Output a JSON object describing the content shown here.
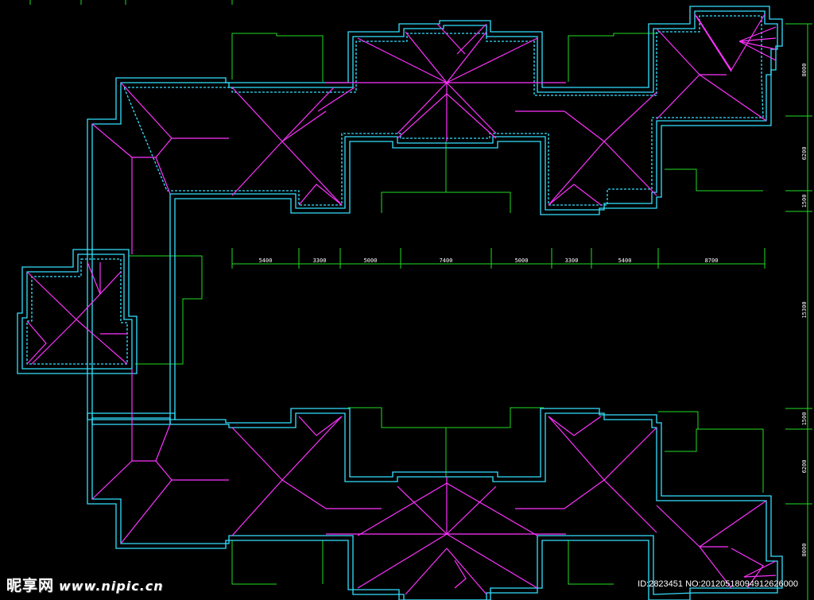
{
  "drawing": {
    "colors": {
      "background": "#000000",
      "outline": "#33e0ff",
      "eave": "#33c8ff",
      "ridge": "#ff33ff",
      "dimension": "#22dd22",
      "text": "#ffffff"
    },
    "horizontal_dims": [
      "5400",
      "3300",
      "5000",
      "7400",
      "5000",
      "3300",
      "5400",
      "8700"
    ],
    "vertical_dims": [
      "8000",
      "6200",
      "1500",
      "15300",
      "1500",
      "6200",
      "8000"
    ]
  },
  "watermark": {
    "logo": "昵享网",
    "site": "www.nipic.cn",
    "id_text": "ID:2823451 NO:20120518094912626000"
  }
}
